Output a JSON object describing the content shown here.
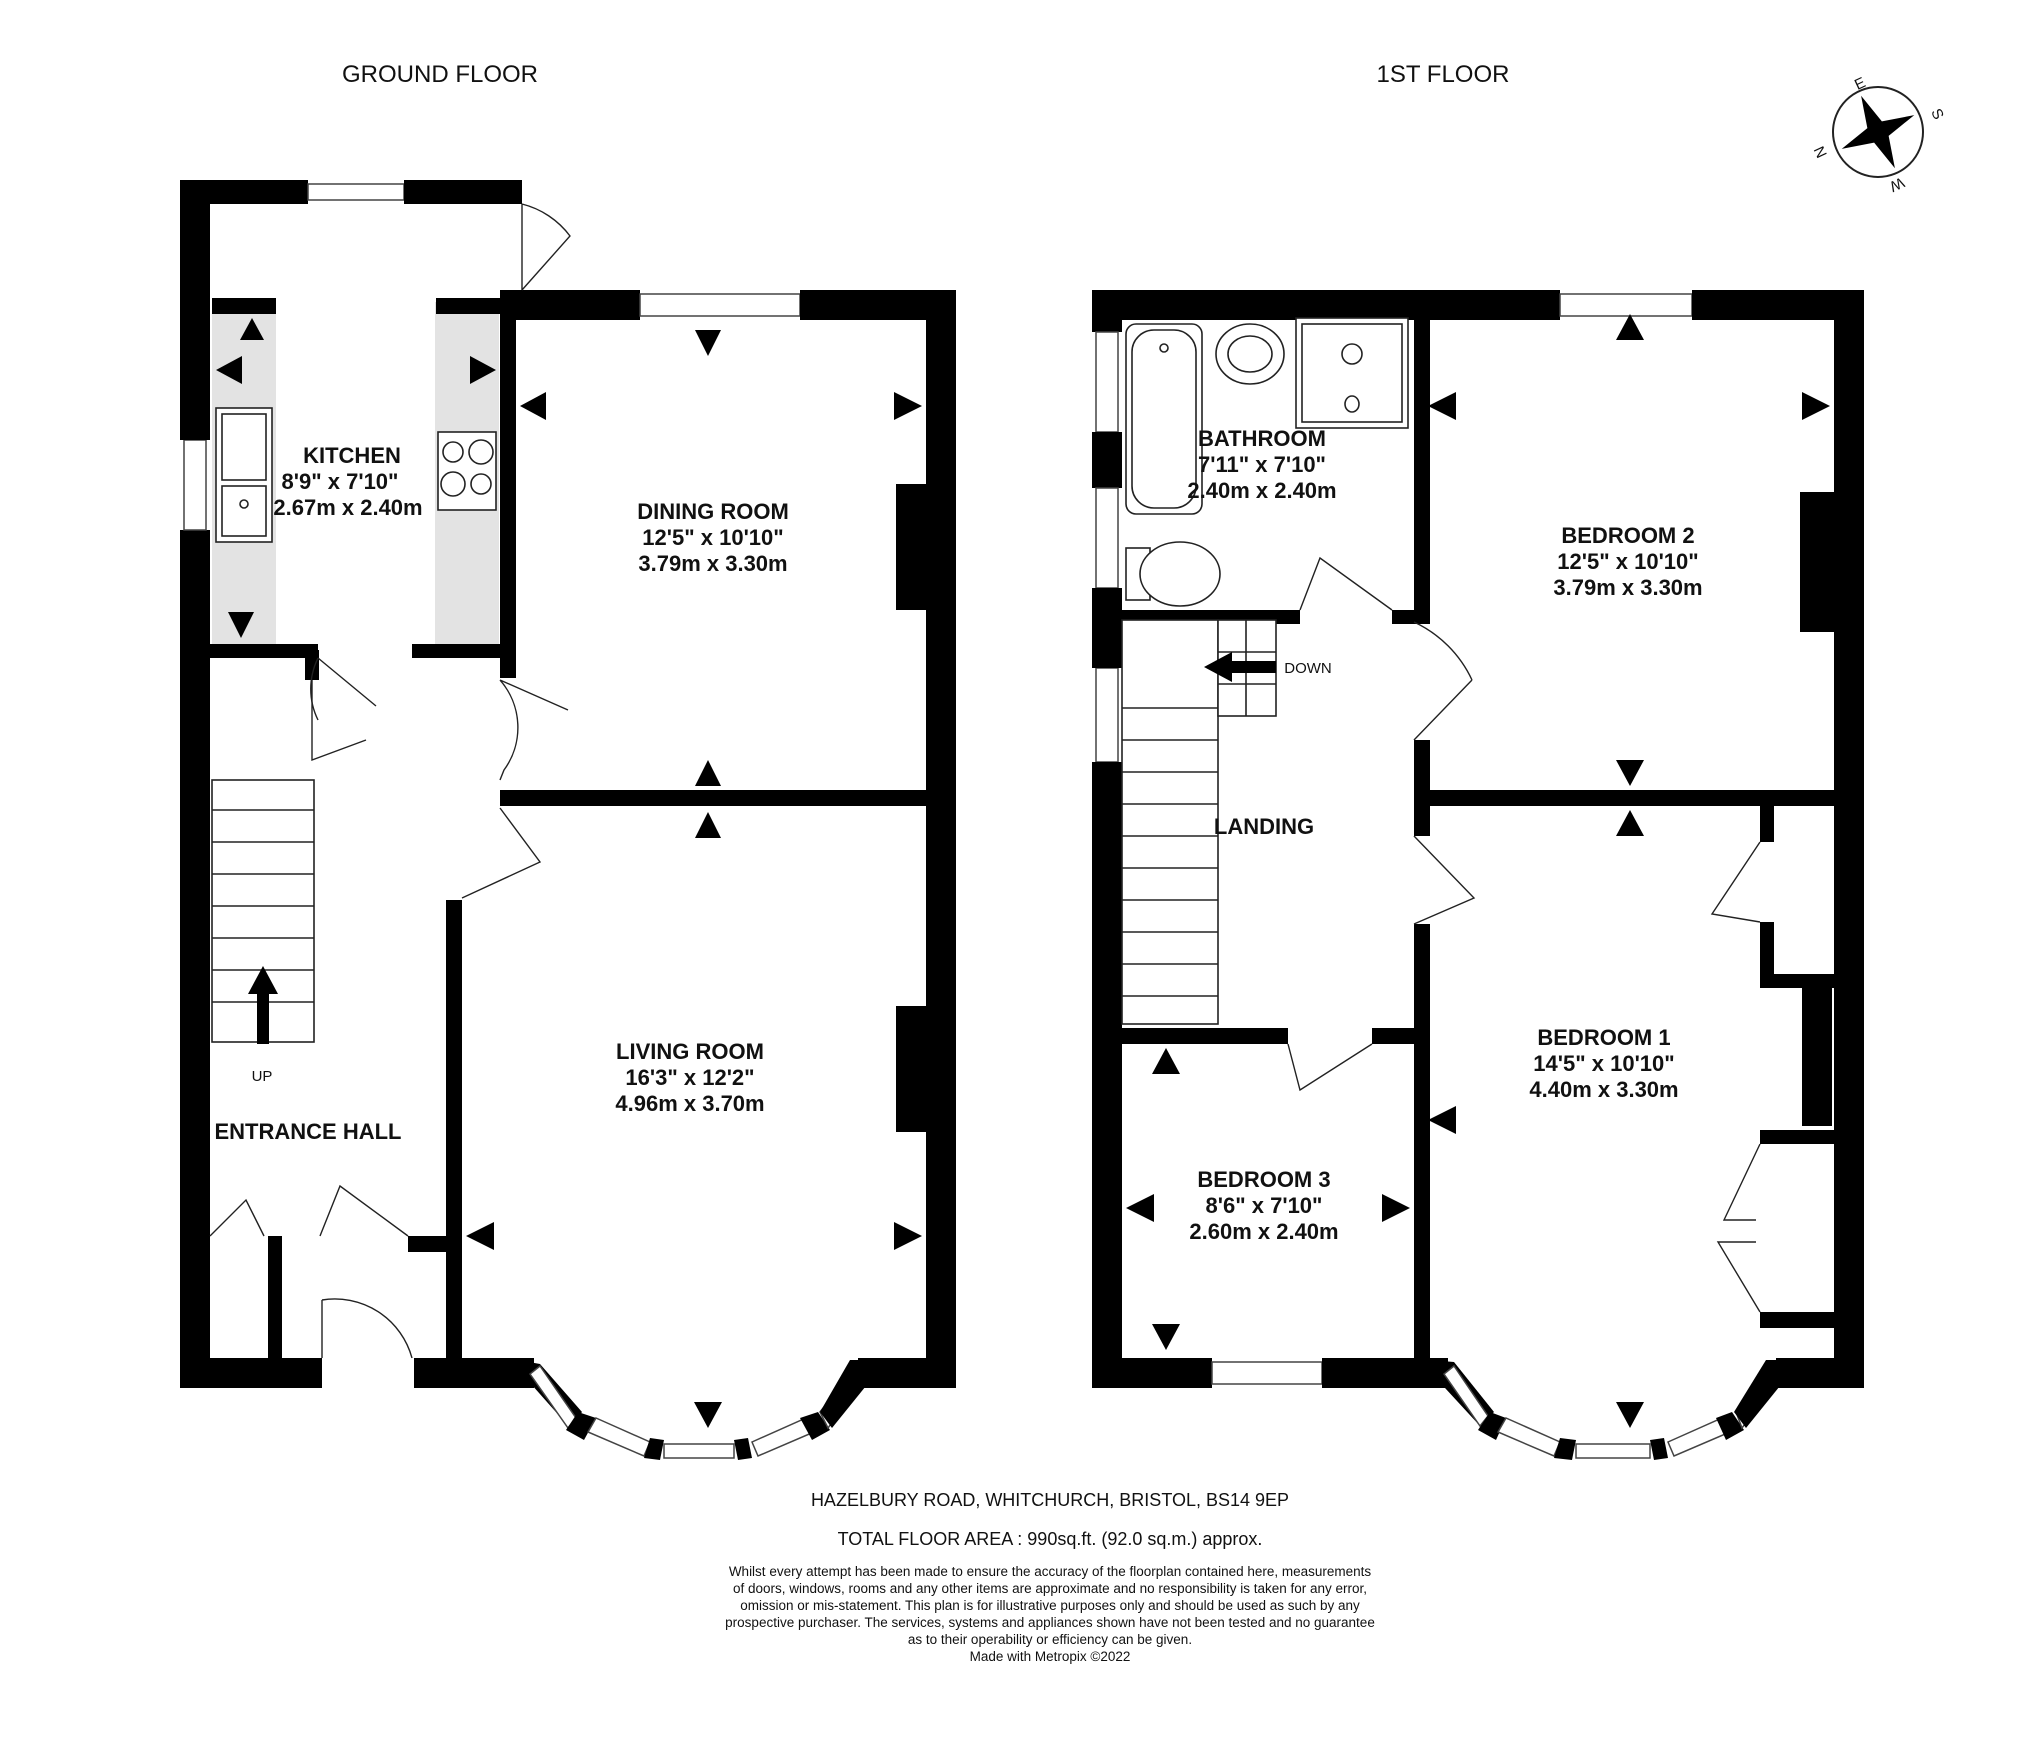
{
  "floors": {
    "ground_title": "GROUND FLOOR",
    "first_title": "1ST FLOOR"
  },
  "ground_floor": {
    "kitchen": {
      "name": "KITCHEN",
      "imperial": "8'9\"  x 7'10\"",
      "metric": "2.67m  x 2.40m"
    },
    "dining": {
      "name": "DINING ROOM",
      "imperial": "12'5\"  x 10'10\"",
      "metric": "3.79m  x 3.30m"
    },
    "living": {
      "name": "LIVING ROOM",
      "imperial": "16'3\"  x 12'2\"",
      "metric": "4.96m  x 3.70m"
    },
    "hall": {
      "name": "ENTRANCE HALL"
    },
    "stairs_label": "UP"
  },
  "first_floor": {
    "bathroom": {
      "name": "BATHROOM",
      "imperial": "7'11\"  x 7'10\"",
      "metric": "2.40m  x 2.40m"
    },
    "bedroom2": {
      "name": "BEDROOM 2",
      "imperial": "12'5\"  x 10'10\"",
      "metric": "3.79m  x 3.30m"
    },
    "bedroom1": {
      "name": "BEDROOM 1",
      "imperial": "14'5\"  x 10'10\"",
      "metric": "4.40m  x 3.30m"
    },
    "bedroom3": {
      "name": "BEDROOM 3",
      "imperial": "8'6\"  x 7'10\"",
      "metric": "2.60m  x 2.40m"
    },
    "landing": {
      "name": "LANDING"
    },
    "stairs_label": "DOWN"
  },
  "compass": {
    "n": "N",
    "e": "E",
    "s": "S",
    "w": "W"
  },
  "footer": {
    "address": "HAZELBURY ROAD, WHITCHURCH, BRISTOL, BS14 9EP",
    "total_area": "TOTAL FLOOR AREA : 990sq.ft. (92.0 sq.m.) approx.",
    "disclaimer": [
      "Whilst every attempt has been made to ensure the accuracy of the floorplan contained here, measurements",
      "of doors, windows, rooms and any other items are approximate and no responsibility is taken for any error,",
      "omission or mis-statement. This plan is for illustrative purposes only and should be used as such by any",
      "prospective purchaser. The services, systems and appliances shown have not been tested and no guarantee",
      "as to their operability or efficiency can be given."
    ],
    "credit": "Made with Metropix ©2022"
  }
}
